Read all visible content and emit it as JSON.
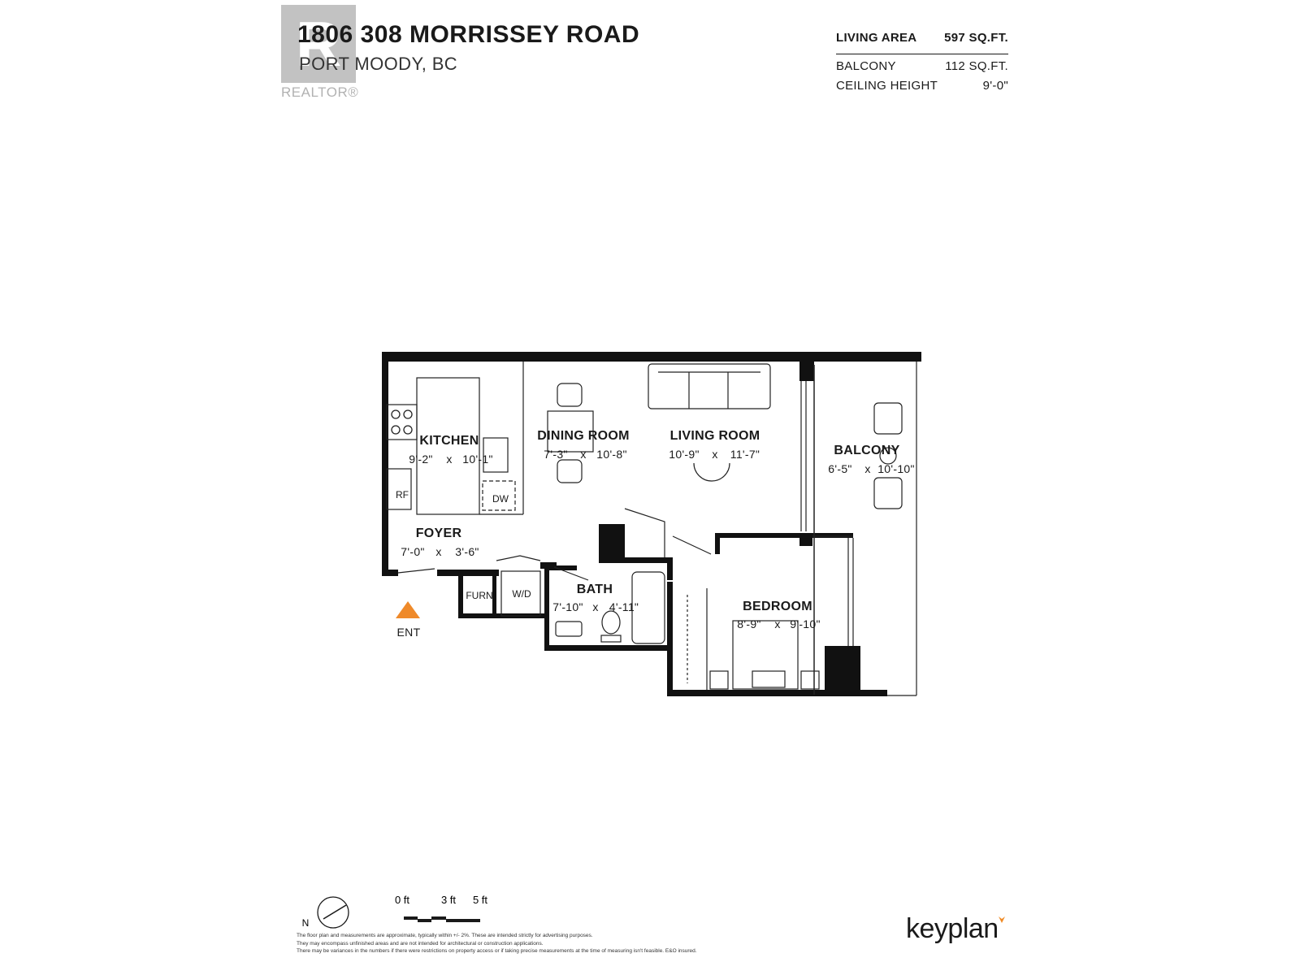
{
  "header": {
    "address": "1806 308 MORRISSEY ROAD",
    "city": "PORT MOODY, BC",
    "logo_text": "REALTOR®"
  },
  "stats": [
    {
      "label": "LIVING AREA",
      "value": "597 SQ.FT."
    },
    {
      "label": "BALCONY",
      "value": "112 SQ.FT."
    },
    {
      "label": "CEILING HEIGHT",
      "value": "9'-0\""
    }
  ],
  "rooms": {
    "kitchen": {
      "name": "KITCHEN",
      "dim_a": "9'-2\"",
      "dim_b": "10'-1\""
    },
    "dining": {
      "name": "DINING ROOM",
      "dim_a": "7'-3\"",
      "dim_b": "10'-8\""
    },
    "living": {
      "name": "LIVING ROOM",
      "dim_a": "10'-9\"",
      "dim_b": "11'-7\""
    },
    "balcony": {
      "name": "BALCONY",
      "dim_a": "6'-5\"",
      "dim_b": "10'-10\""
    },
    "foyer": {
      "name": "FOYER",
      "dim_a": "7'-0\"",
      "dim_b": "3'-6\""
    },
    "bath": {
      "name": "BATH",
      "dim_a": "7'-10\"",
      "dim_b": "4'-11\""
    },
    "bedroom": {
      "name": "BEDROOM",
      "dim_a": "8'-9\"",
      "dim_b": "9'-10\""
    },
    "x": "x"
  },
  "fixtures": {
    "rf": "RF",
    "dw": "DW",
    "furn": "FURN",
    "wd": "W/D",
    "ent": "ENT"
  },
  "legend": {
    "north": "N",
    "scale_0": "0 ft",
    "scale_3": "3 ft",
    "scale_5": "5 ft"
  },
  "disclaimer": [
    "The floor plan and measurements are approximate, typically within +/- 2%. These are intended strictly for advertising purposes.",
    "They may encompass unfinished areas and are not intended for architectural or construction applications.",
    "There may be variances in the numbers if there were restrictions on property access or if taking precise measurements at the time of measuring isn't feasible. E&O insured."
  ],
  "brand": {
    "name": "keyplan",
    "accent": "#f08a24"
  },
  "colors": {
    "wall": "#111111",
    "entry_marker": "#ef8a2a",
    "text": "#1a1a1a"
  }
}
